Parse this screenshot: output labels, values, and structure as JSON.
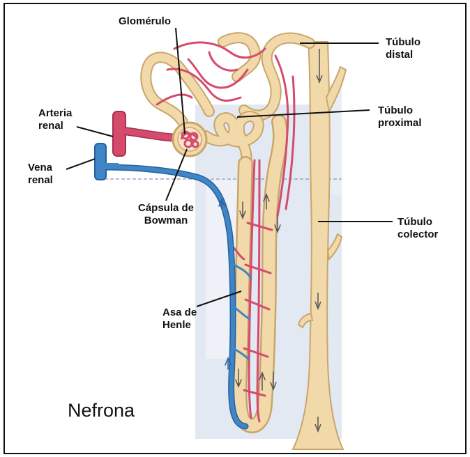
{
  "figure": {
    "title": "Nefrona",
    "colors": {
      "tubule": "#f2d9a9",
      "tubule_outline": "#c9a56a",
      "artery": "#d44b6c",
      "artery_dark": "#a8304f",
      "vein": "#3f86c6",
      "vein_dark": "#28609a",
      "background_shadow": "#dfe6f1",
      "label_line": "#111111"
    },
    "labels": {
      "glomerulo": "Glomérulo",
      "tubulo_distal": [
        "Túbulo",
        "distal"
      ],
      "arteria_renal": [
        "Arteria",
        "renal"
      ],
      "tubulo_proximal": [
        "Túbulo",
        "proximal"
      ],
      "vena_renal": [
        "Vena",
        "renal"
      ],
      "capsula_bowman": [
        "Cápsula de",
        "Bowman"
      ],
      "tubulo_colector": [
        "Túbulo",
        "colector"
      ],
      "asa_henle": [
        "Asa de",
        "Henle"
      ]
    }
  }
}
